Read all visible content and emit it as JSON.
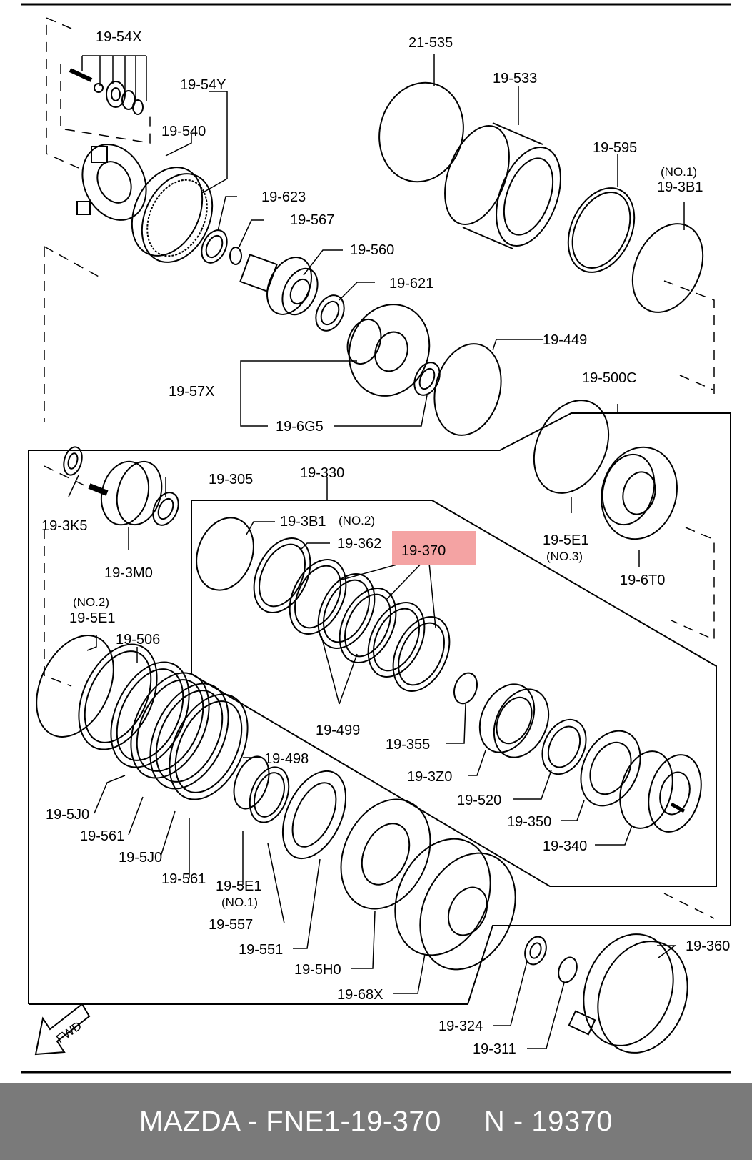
{
  "labels": {
    "l_54x": "19-54X",
    "l_54y": "19-54Y",
    "l_540": "19-540",
    "l_535": "21-535",
    "l_533": "19-533",
    "l_595": "19-595",
    "l_no1a": "(NO.1)",
    "l_3b1a": "19-3B1",
    "l_623": "19-623",
    "l_567": "19-567",
    "l_560": "19-560",
    "l_621": "19-621",
    "l_449": "19-449",
    "l_57x": "19-57X",
    "l_6g5": "19-6G5",
    "l_500c": "19-500C",
    "l_305": "19-305",
    "l_330": "19-330",
    "l_3k5": "19-3K5",
    "l_3m0": "19-3M0",
    "l_3b1b": "19-3B1",
    "l_no2a": "(NO.2)",
    "l_362": "19-362",
    "l_370": "19-370",
    "l_5e1a": "19-5E1",
    "l_no3": "(NO.3)",
    "l_6t0": "19-6T0",
    "l_no2b": "(NO.2)",
    "l_5e1b": "19-5E1",
    "l_506": "19-506",
    "l_499": "19-499",
    "l_355": "19-355",
    "l_3z0": "19-3Z0",
    "l_498": "19-498",
    "l_520": "19-520",
    "l_350": "19-350",
    "l_340": "19-340",
    "l_5j0a": "19-5J0",
    "l_561a": "19-561",
    "l_5j0b": "19-5J0",
    "l_561b": "19-561",
    "l_5e1c": "19-5E1",
    "l_no1b": "(NO.1)",
    "l_557": "19-557",
    "l_551": "19-551",
    "l_5h0": "19-5H0",
    "l_68x": "19-68X",
    "l_360": "19-360",
    "l_324": "19-324",
    "l_311": "19-311",
    "fwd": "FWD"
  },
  "highlight_color": "#f4a3a3",
  "footer": {
    "part": "MAZDA - FNE1-19-370",
    "code": "N - 19370"
  }
}
